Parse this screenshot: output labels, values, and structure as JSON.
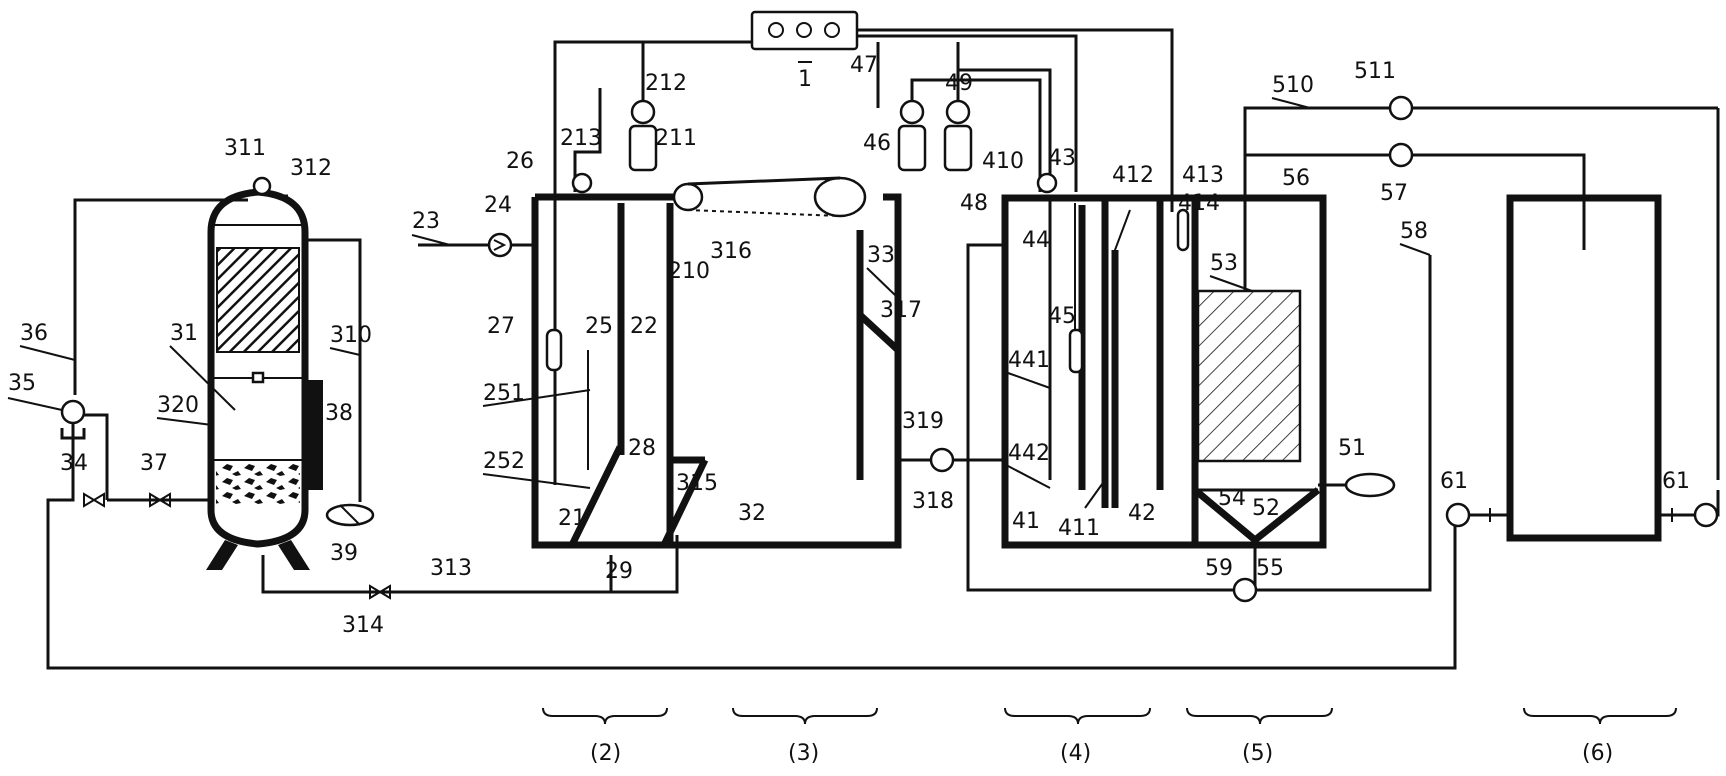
{
  "labels": {
    "l1": "1",
    "l21": "21",
    "l22": "22",
    "l23": "23",
    "l24": "24",
    "l25": "25",
    "l26": "26",
    "l27": "27",
    "l28": "28",
    "l29": "29",
    "l210": "210",
    "l211": "211",
    "l212": "212",
    "l213": "213",
    "l251": "251",
    "l252": "252",
    "l31": "31",
    "l32": "32",
    "l33": "33",
    "l34": "34",
    "l35": "35",
    "l36": "36",
    "l37": "37",
    "l38": "38",
    "l39": "39",
    "l310": "310",
    "l311": "311",
    "l312": "312",
    "l313": "313",
    "l314": "314",
    "l315": "315",
    "l316": "316",
    "l317": "317",
    "l318": "318",
    "l319": "319",
    "l320": "320",
    "l41": "41",
    "l42": "42",
    "l43": "43",
    "l44": "44",
    "l45": "45",
    "l46": "46",
    "l47": "47",
    "l48": "48",
    "l49": "49",
    "l410": "410",
    "l411": "411",
    "l412": "412",
    "l413": "413",
    "l414": "414",
    "l441": "441",
    "l442": "442",
    "l51": "51",
    "l52": "52",
    "l53": "53",
    "l54": "54",
    "l55": "55",
    "l56": "56",
    "l57": "57",
    "l58": "58",
    "l59": "59",
    "l510": "510",
    "l511": "511",
    "l61a": "61",
    "l61b": "61"
  },
  "sections": [
    "(2)",
    "(3)",
    "(4)",
    "(5)",
    "(6)"
  ]
}
